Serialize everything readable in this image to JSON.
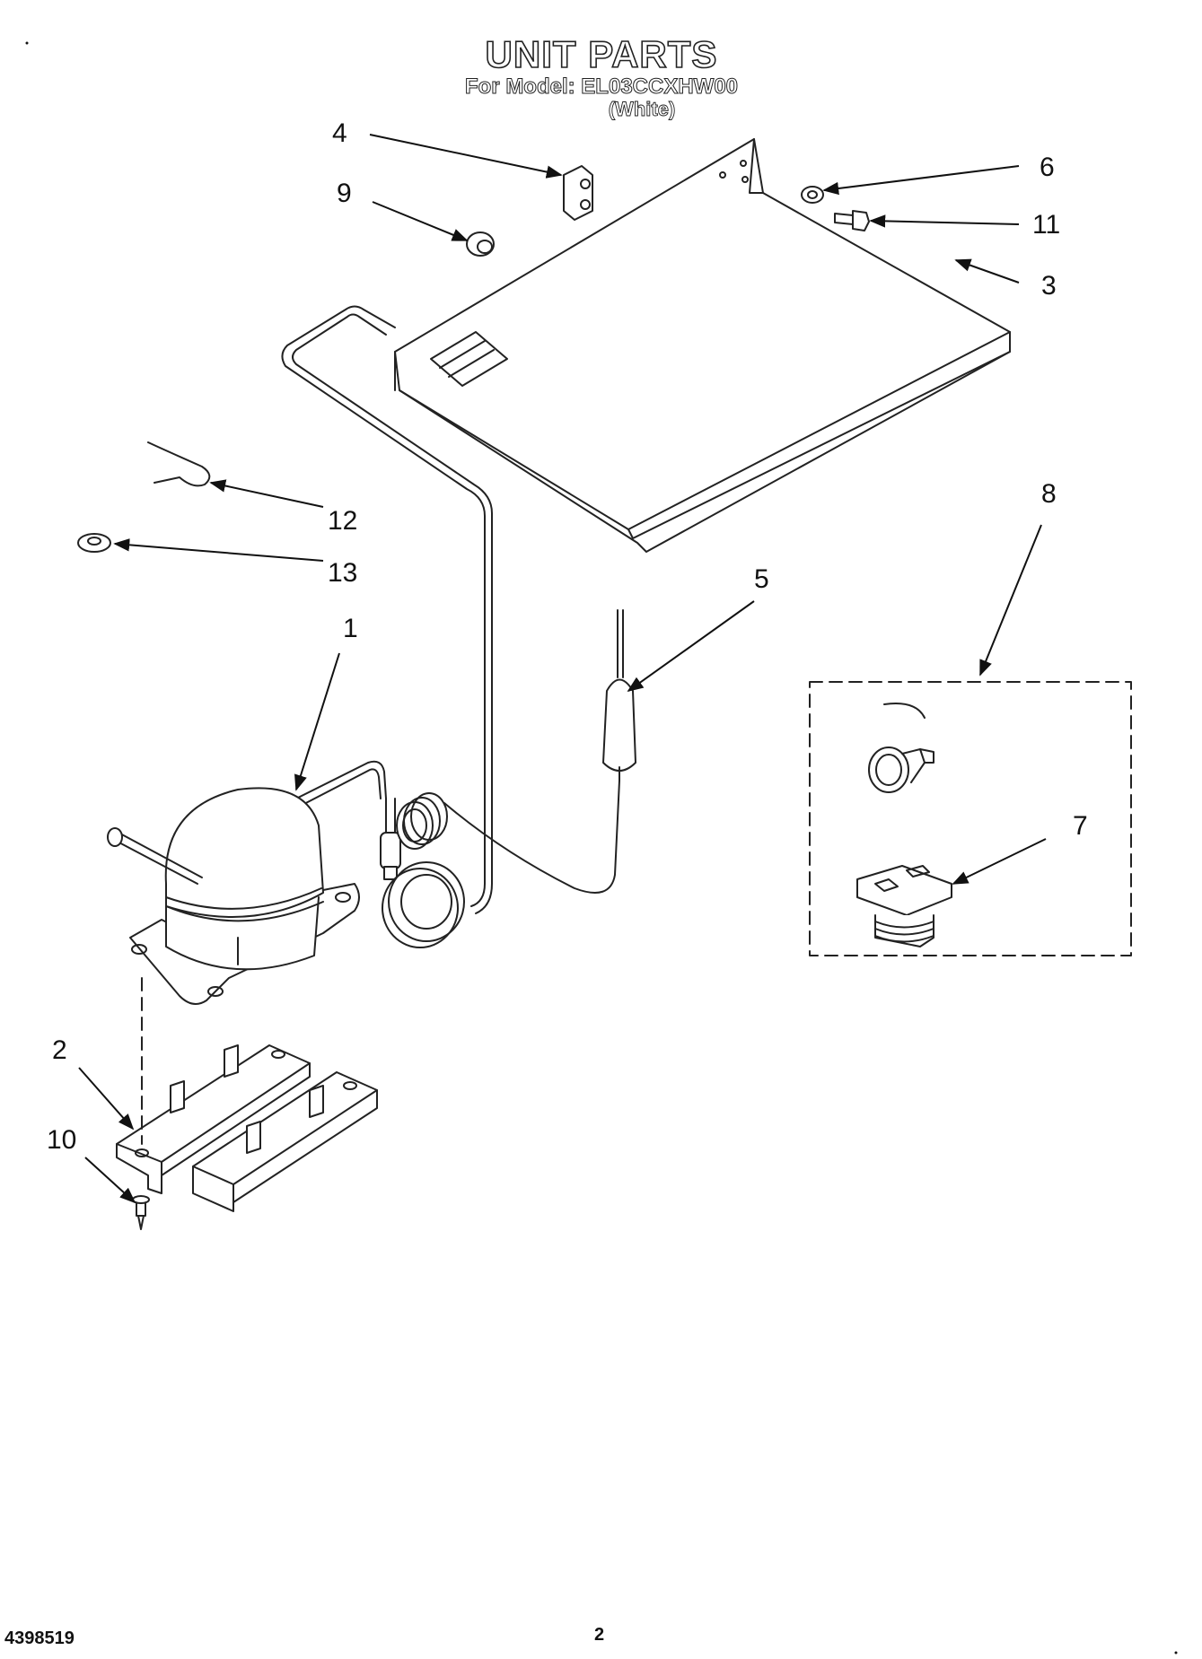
{
  "header": {
    "title": "UNIT PARTS",
    "model_line": "For Model: EL03CCXHW00",
    "color_note": "(White)"
  },
  "callouts": [
    {
      "id": "1",
      "label": "1"
    },
    {
      "id": "2",
      "label": "2"
    },
    {
      "id": "3",
      "label": "3"
    },
    {
      "id": "4",
      "label": "4"
    },
    {
      "id": "5",
      "label": "5"
    },
    {
      "id": "6",
      "label": "6"
    },
    {
      "id": "7",
      "label": "7"
    },
    {
      "id": "8",
      "label": "8"
    },
    {
      "id": "9",
      "label": "9"
    },
    {
      "id": "10",
      "label": "10"
    },
    {
      "id": "11",
      "label": "11"
    },
    {
      "id": "12",
      "label": "12"
    },
    {
      "id": "13",
      "label": "13"
    }
  ],
  "footer": {
    "doc_number": "4398519",
    "page_number": "2"
  }
}
